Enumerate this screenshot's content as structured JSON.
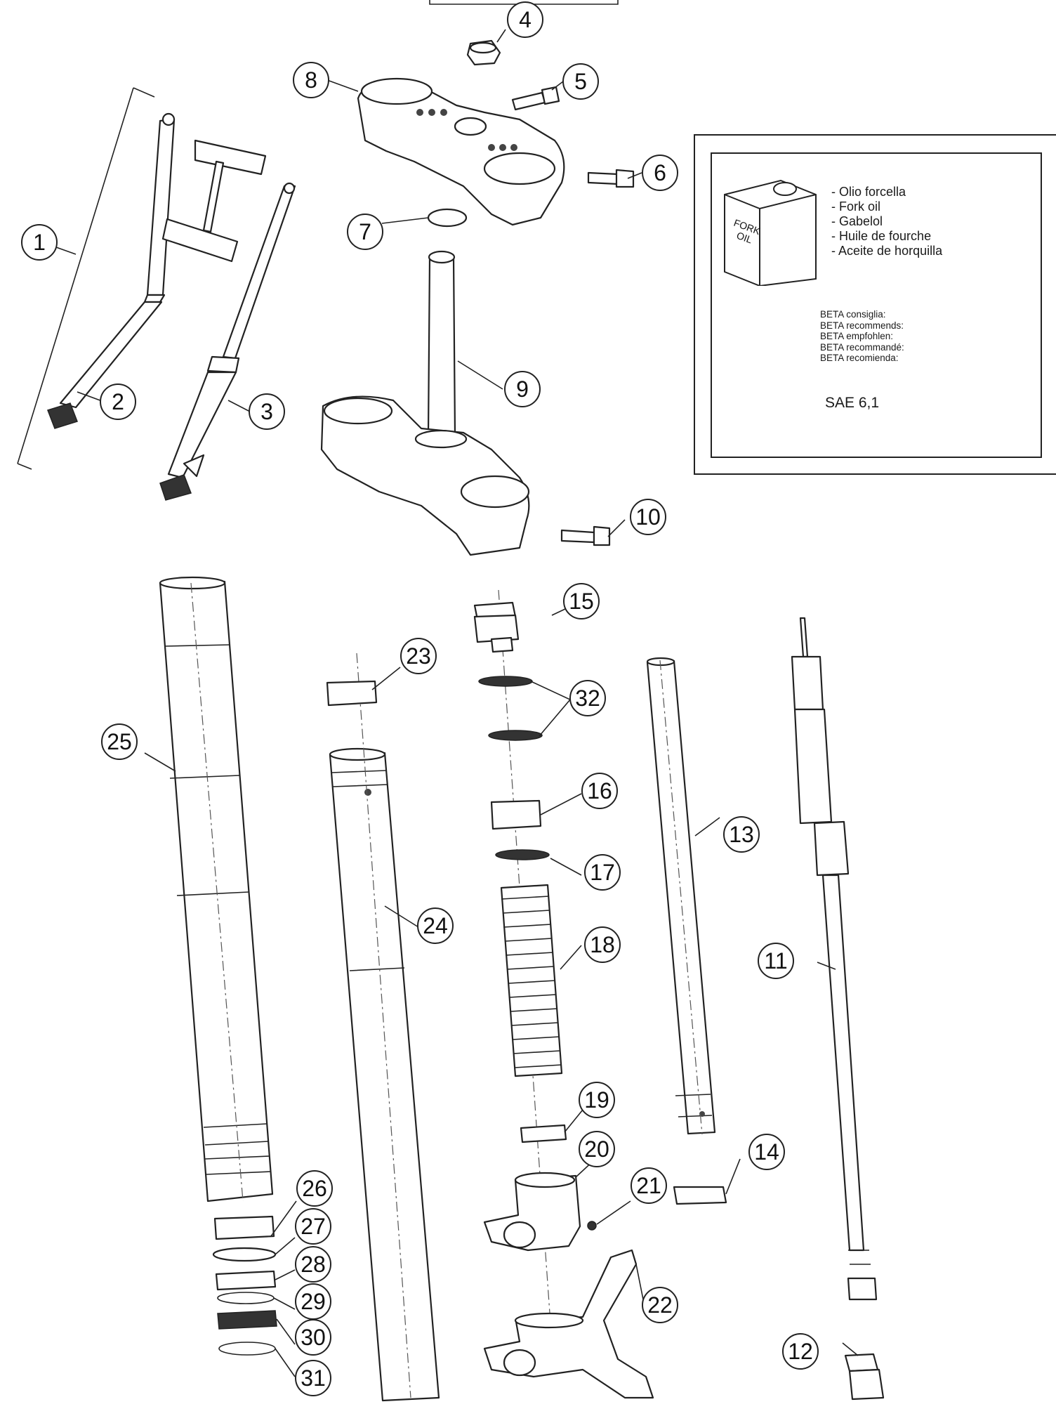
{
  "callouts": [
    "1",
    "2",
    "3",
    "4",
    "5",
    "6",
    "7",
    "8",
    "9",
    "10",
    "11",
    "12",
    "13",
    "14",
    "15",
    "16",
    "17",
    "18",
    "19",
    "20",
    "21",
    "22",
    "23",
    "24",
    "25",
    "26",
    "27",
    "28",
    "29",
    "30",
    "31",
    "32"
  ],
  "oil_box": {
    "can_label": [
      "FORK",
      "OIL"
    ],
    "names": [
      "- Olio forcella",
      "- Fork oil",
      "- Gabelol",
      "- Huile de fourche",
      "- Aceite de horquilla"
    ],
    "recommends": [
      "BETA consiglia:",
      "BETA recommends:",
      "BETA empfohlen:",
      "BETA recommandé:",
      "BETA recomienda:"
    ],
    "grade": "SAE 6,1"
  }
}
